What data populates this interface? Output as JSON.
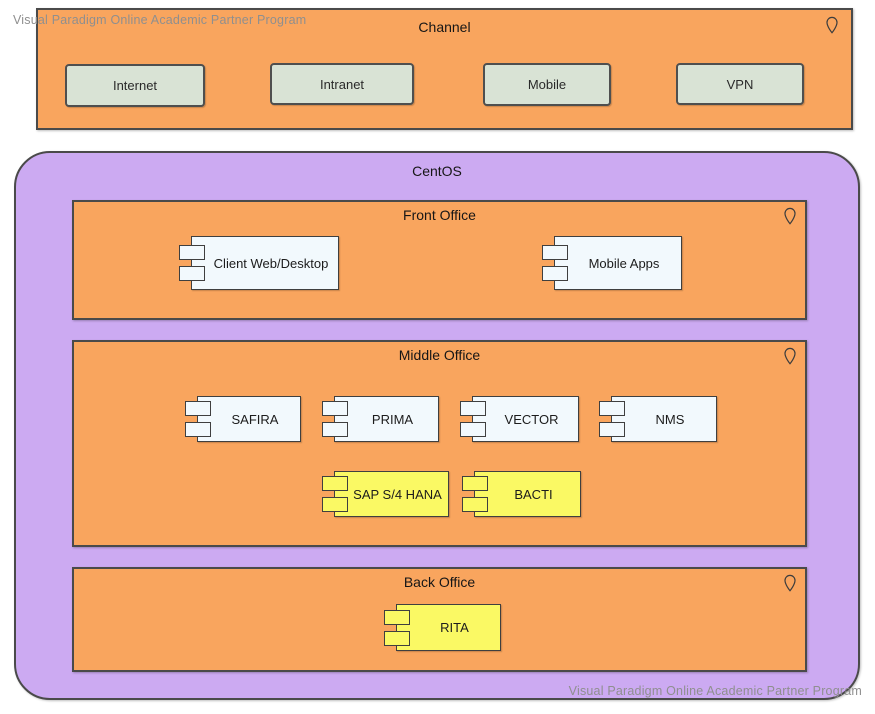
{
  "watermark": {
    "text": "Visual Paradigm Online Academic Partner Program"
  },
  "colors": {
    "container_orange": "#F9A55E",
    "container_purple": "#CCAAF2",
    "node_green": "#D9E3D5",
    "component_light": "#F2F9FD",
    "component_yellow": "#FAF964",
    "border_dark": "#4A4A4A"
  },
  "channel": {
    "title": "Channel",
    "nodes": [
      {
        "label": "Internet"
      },
      {
        "label": "Intranet"
      },
      {
        "label": "Mobile"
      },
      {
        "label": "VPN"
      }
    ]
  },
  "centos": {
    "title": "CentOS",
    "groups": [
      {
        "title": "Front Office",
        "components": [
          {
            "label": "Client Web/Desktop",
            "variant": "light"
          },
          {
            "label": "Mobile Apps",
            "variant": "light"
          }
        ]
      },
      {
        "title": "Middle Office",
        "components": [
          {
            "label": "SAFIRA",
            "variant": "light"
          },
          {
            "label": "PRIMA",
            "variant": "light"
          },
          {
            "label": "VECTOR",
            "variant": "light"
          },
          {
            "label": "NMS",
            "variant": "light"
          },
          {
            "label": "SAP S/4 HANA",
            "variant": "yellow"
          },
          {
            "label": "BACTI",
            "variant": "yellow"
          }
        ]
      },
      {
        "title": "Back Office",
        "components": [
          {
            "label": "RITA",
            "variant": "yellow"
          }
        ]
      }
    ]
  }
}
